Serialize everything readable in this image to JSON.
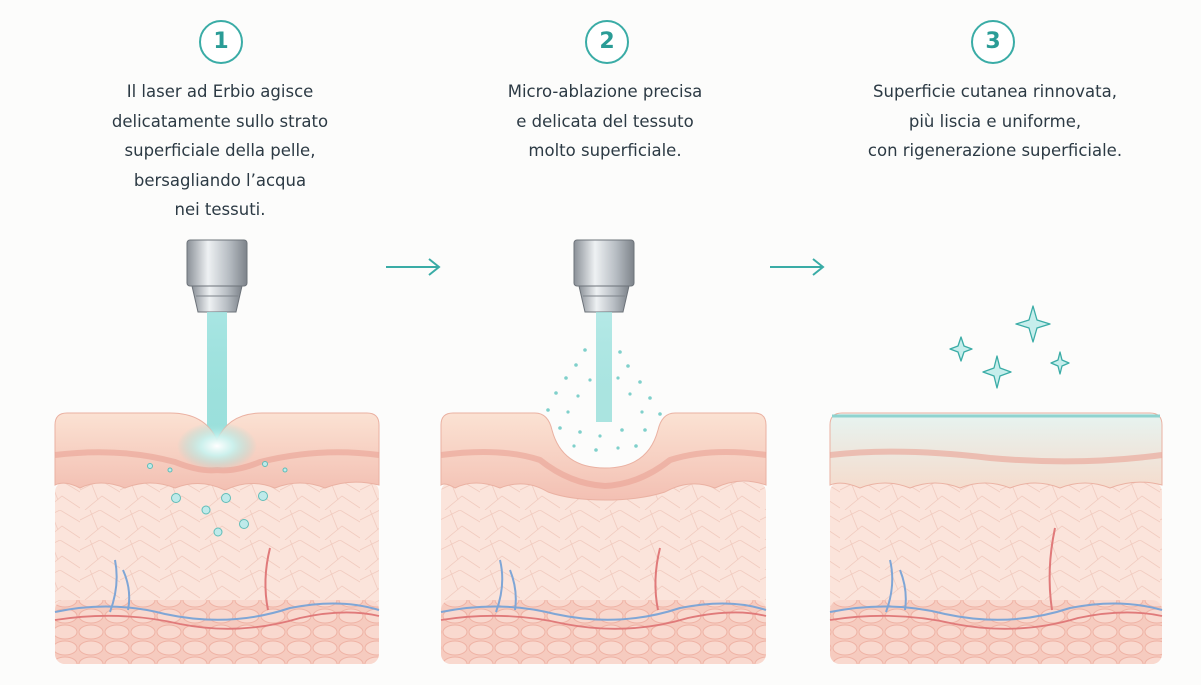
{
  "steps": [
    {
      "number": "1",
      "text": "Il laser ad Erbio agisce\ndelicatamente sullo strato\nsuperficiale della pelle,\nbersagliando l’acqua\nnei tessuti."
    },
    {
      "number": "2",
      "text": "Micro-ablazione precisa\ne delicata del tessuto\nmolto superficiale."
    },
    {
      "number": "3",
      "text": "Superficie cutanea rinnovata,\npiù liscia e uniforme,\ncon rigenerazione superficiale."
    }
  ],
  "colors": {
    "accent": "#3aaca6",
    "text": "#2c3a44",
    "epidermis": "#f7d3c6",
    "dermis": "#fbe3da",
    "hypodermis": "#f5c6bb",
    "vein": "#7fa6d6",
    "artery": "#e07a7a"
  }
}
